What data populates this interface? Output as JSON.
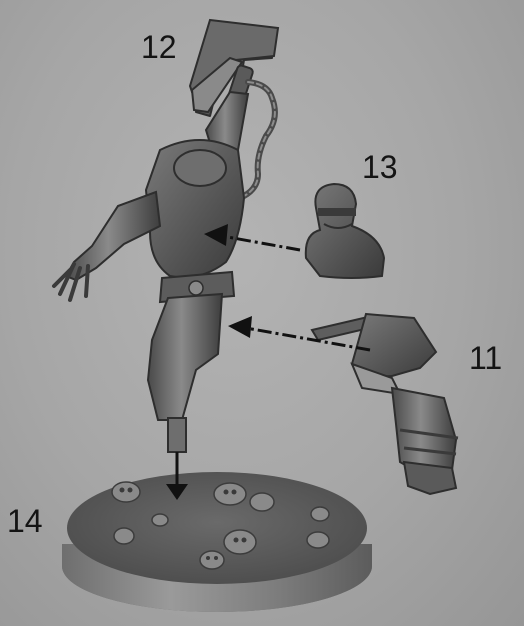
{
  "callouts": [
    {
      "id": "lbl-12",
      "text": "12"
    },
    {
      "id": "lbl-13",
      "text": "13"
    },
    {
      "id": "lbl-11",
      "text": "11"
    },
    {
      "id": "lbl-14",
      "text": "14"
    }
  ]
}
